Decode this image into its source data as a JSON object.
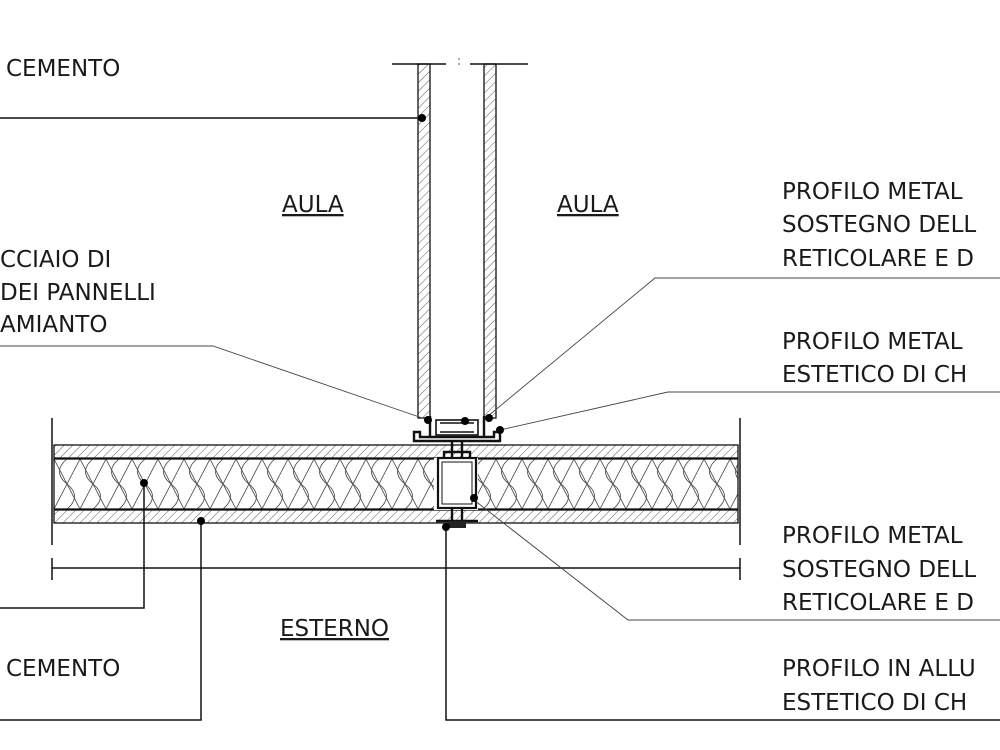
{
  "labels": {
    "cemento_top": "CEMENTO",
    "aula_left": "AULA",
    "aula_right": "AULA",
    "acciaio_line1": "CCIAIO DI",
    "acciaio_line2": "DEI PANNELLI",
    "acciaio_line3": "AMIANTO",
    "profilo_metal_a_line1": "PROFILO METAL",
    "profilo_metal_a_line2": "SOSTEGNO DELL",
    "profilo_metal_a_line3": "RETICOLARE E D",
    "profilo_metal_b_line1": "PROFILO METAL",
    "profilo_metal_b_line2": "ESTETICO DI CH",
    "profilo_metal_c_line1": "PROFILO METAL",
    "profilo_metal_c_line2": "SOSTEGNO DELL",
    "profilo_metal_c_line3": "RETICOLARE E D",
    "esterno": "ESTERNO",
    "cemento_bottom": "CEMENTO",
    "profilo_allu_line1": "PROFILO IN ALLU",
    "profilo_allu_line2": "ESTETICO DI CH"
  }
}
